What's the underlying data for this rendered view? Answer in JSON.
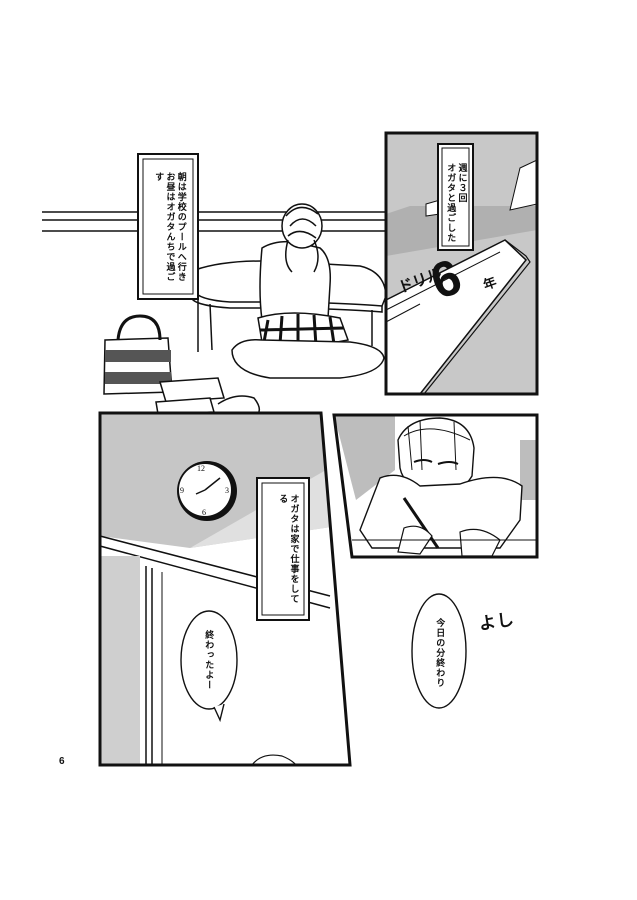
{
  "page": {
    "number": "6",
    "background": "#ffffff",
    "ink": "#111111",
    "tone": "#bdbdbd"
  },
  "panel1": {
    "caption_lines": [
      "朝は学校のプールへ行き",
      "お昼はオガタんちで過ごす"
    ]
  },
  "panel2": {
    "caption_lines": [
      "週に３回",
      "オガタと過ごした"
    ],
    "drill_label": "ドリル",
    "drill_grade": "6",
    "drill_grade_suffix": "年"
  },
  "panel3": {
    "caption": "オガタは家で仕事をしてる",
    "clock_numbers": [
      "12",
      "3",
      "6",
      "9"
    ],
    "balloon": "終わったよー"
  },
  "panel5": {
    "sfx": "よし",
    "balloon": "今日の分終わり"
  }
}
